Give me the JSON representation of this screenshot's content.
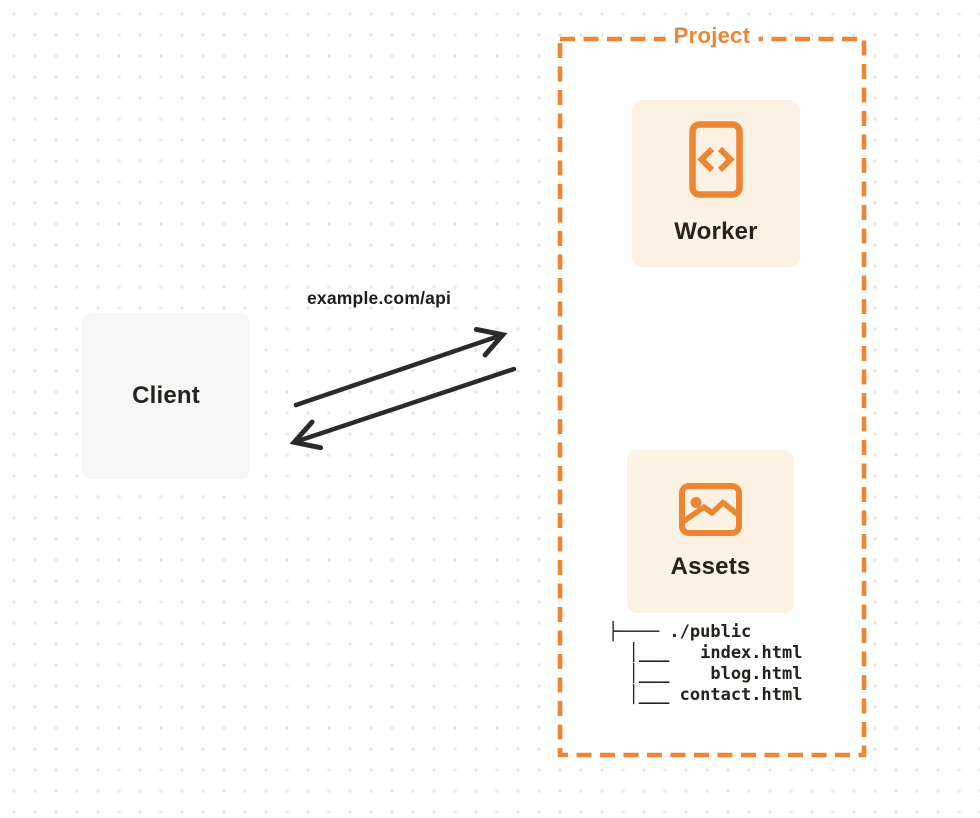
{
  "diagram": {
    "client": {
      "label": "Client"
    },
    "request": {
      "label": "example.com/api"
    },
    "project": {
      "label": "Project",
      "worker": {
        "label": "Worker",
        "icon": "code-brackets-icon"
      },
      "assets": {
        "label": "Assets",
        "icon": "image-icon"
      },
      "file_tree": {
        "root": "./public",
        "files": [
          "index.html",
          "blog.html",
          "contact.html"
        ],
        "lines": [
          "├──── ./public",
          "  │___   index.html",
          "  │___    blog.html",
          "  │___ contact.html"
        ]
      }
    },
    "colors": {
      "accent_orange": "#ed8633",
      "card_cream": "#fcf2e3",
      "client_gray": "#f7f7f7",
      "arrow_dark": "#2b2b2b",
      "text_dark": "#26221e",
      "dot_grid": "#e7e7e7"
    }
  }
}
